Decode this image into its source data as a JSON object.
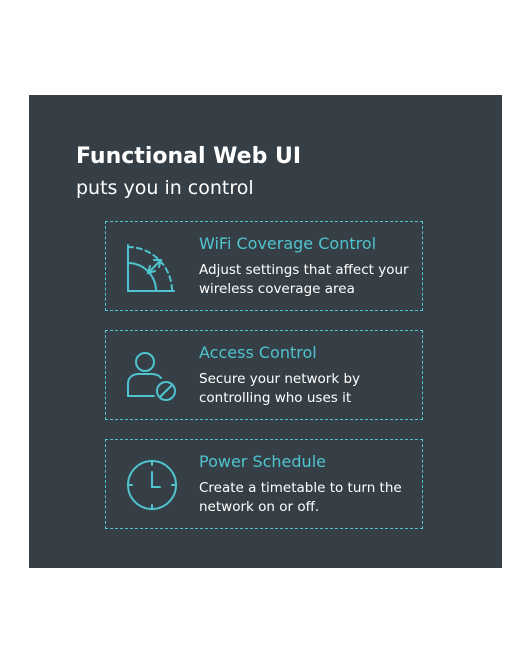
{
  "heading": {
    "title": "Functional Web UI",
    "subtitle": "puts you in control"
  },
  "accent_color": "#4fc4cf",
  "panel_color": "#363f45",
  "features": [
    {
      "icon": "wifi-coverage-icon",
      "title": "WiFi Coverage Control",
      "description_lines": [
        "Adjust settings that affect your",
        "wireless coverage area"
      ]
    },
    {
      "icon": "access-control-icon",
      "title": "Access Control",
      "description_lines": [
        "Secure your network by",
        "controlling who uses it"
      ]
    },
    {
      "icon": "clock-icon",
      "title": "Power Schedule",
      "description_lines": [
        "Create a timetable to turn the",
        "network on or off."
      ]
    }
  ]
}
